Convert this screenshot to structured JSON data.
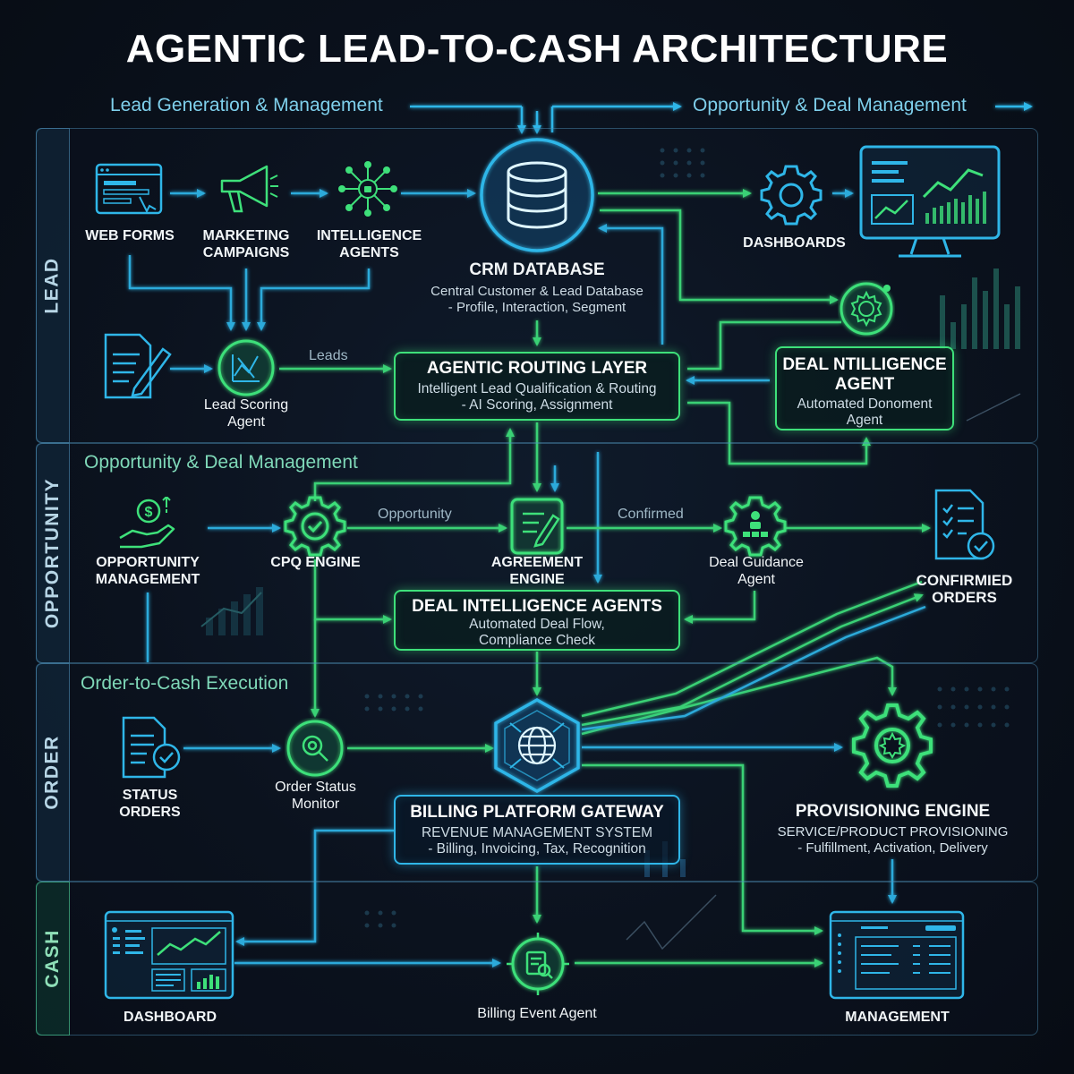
{
  "title": "AGENTIC LEAD-TO-CASH ARCHITECTURE",
  "flows": {
    "lead_gen": "Lead Generation & Management",
    "opp_deal": "Opportunity & Deal Management"
  },
  "bands": {
    "lead": "LEAD",
    "opportunity": "OPPORTUNITY",
    "order": "ORDER",
    "cash": "CASH"
  },
  "sections": {
    "opportunity": "Opportunity & Deal Management",
    "order": "Order-to-Cash Execution"
  },
  "nodes": {
    "web_forms": "WEB FORMS",
    "marketing_1": "MARKETING",
    "marketing_2": "CAMPAIGNS",
    "intel_1": "INTELLIGENCE",
    "intel_2": "AGENTS",
    "crm_title": "CRM DATABASE",
    "crm_desc_1": "Central Customer & Lead Database",
    "crm_desc_2": "- Profile, Interaction, Segment",
    "dashboards": "DASHBOARDS",
    "lead_scoring_1": "Lead Scoring",
    "lead_scoring_2": "Agent",
    "leads_edge": "Leads",
    "routing_title": "AGENTIC ROUTING LAYER",
    "routing_desc_1": "Intelligent Lead Qualification & Routing",
    "routing_desc_2": "- AI Scoring, Assignment",
    "deal_ntel_1": "DEAL NTILLIGENCE",
    "deal_ntel_2": "AGENT",
    "deal_ntel_desc_1": "Automated Donoment",
    "deal_ntel_desc_2": "Agent",
    "opp_mgmt_1": "OPPORTUNITY",
    "opp_mgmt_2": "MANAGEMENT",
    "cpq": "CPQ ENGINE",
    "opportunity_edge": "Opportunity",
    "agreement_1": "AGREEMENT",
    "agreement_2": "ENGINE",
    "confirmed_edge": "Confirmed",
    "deal_guidance_1": "Deal Guidance",
    "deal_guidance_2": "Agent",
    "confirmed_orders_1": "CONFIRMIED",
    "confirmed_orders_2": "ORDERS",
    "dia_title": "DEAL INTELLIGENCE AGENTS",
    "dia_desc_1": "Automated Deal Flow,",
    "dia_desc_2": "Compliance Check",
    "status_orders_1": "STATUS",
    "status_orders_2": "ORDERS",
    "order_status_1": "Order Status",
    "order_status_2": "Monitor",
    "billing_title": "BILLING PLATFORM GATEWAY",
    "billing_desc_1": "REVENUE MANAGEMENT SYSTEM",
    "billing_desc_2": "- Billing, Invoicing, Tax, Recognition",
    "prov_title": "PROVISIONING ENGINE",
    "prov_desc_1": "SERVICE/PRODUCT PROVISIONING",
    "prov_desc_2": "- Fulfillment, Activation, Delivery",
    "dashboard": "DASHBOARD",
    "billing_event": "Billing Event Agent",
    "management": "MANAGEMENT"
  },
  "colors": {
    "green": "#3ee07a",
    "blue": "#2fb6e8",
    "background": "#0a111c"
  },
  "icons": [
    "web-form-icon",
    "megaphone-icon",
    "network-icon",
    "database-icon",
    "gear-icon",
    "monitor-chart-icon",
    "document-pen-icon",
    "scoring-icon",
    "money-hand-icon",
    "gear-check-icon",
    "agreement-doc-icon",
    "guidance-gear-icon",
    "checklist-icon",
    "status-doc-icon",
    "search-gear-icon",
    "globe-hex-icon",
    "provisioning-gear-icon",
    "dashboard-window-icon",
    "billing-event-icon",
    "management-window-icon"
  ]
}
